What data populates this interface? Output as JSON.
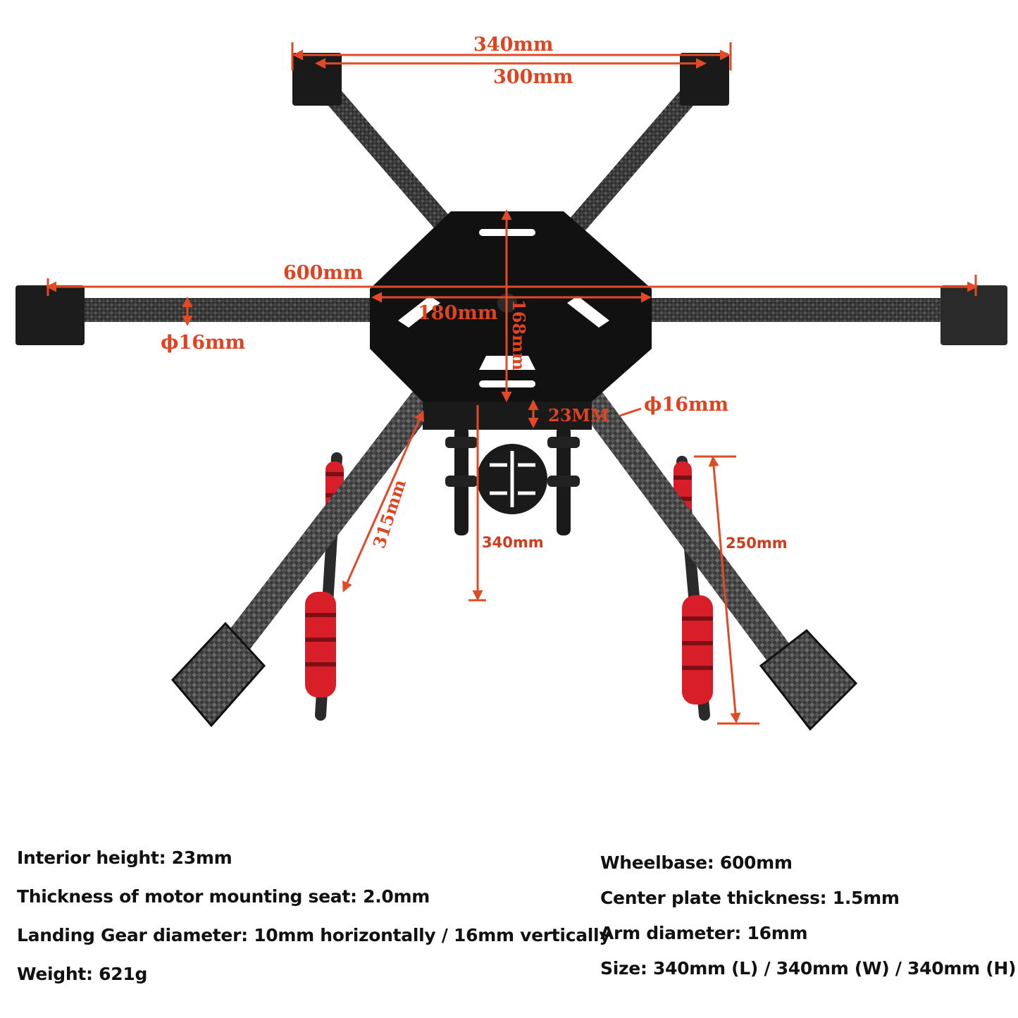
{
  "dimensions": {
    "top_outer": "340mm",
    "top_inner": "300mm",
    "wheelbase": "600mm",
    "plate_width": "180mm",
    "plate_height": "168mm",
    "arm_left": "ϕ16mm",
    "arm_right": "ϕ16mm",
    "interior": "23MM",
    "arm_length": "315mm",
    "height": "340mm",
    "landing_gear": "250mm"
  },
  "specs": {
    "left": [
      "Interior height: 23mm",
      "Thickness of motor mounting seat: 2.0mm",
      "Landing Gear diameter: 10mm horizontally / 16mm vertically",
      "Weight: 621g"
    ],
    "right": [
      "Wheelbase: 600mm",
      "Center plate thickness: 1.5mm",
      "Arm diameter: 16mm",
      "Size: 340mm (L) / 340mm (W) / 340mm (H)"
    ]
  },
  "colors": {
    "dimension": "#e24a26",
    "carbon": "#3a3a3a",
    "frame": "#111111",
    "foam": "#d81e28"
  }
}
